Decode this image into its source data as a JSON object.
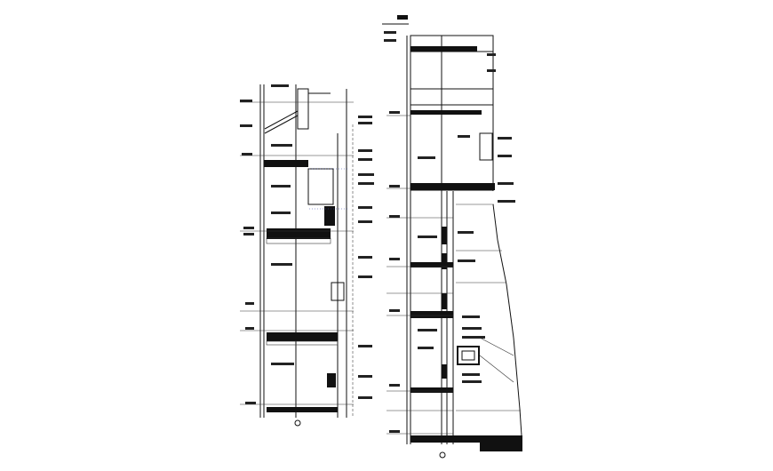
{
  "drawing": {
    "type": "architectural wall sections",
    "sections": [
      {
        "id": "left",
        "marker": "◉"
      },
      {
        "id": "right",
        "marker": "◉"
      }
    ],
    "colors": {
      "line": "#111111",
      "background": "#ffffff",
      "accent": "#3344aa"
    }
  }
}
